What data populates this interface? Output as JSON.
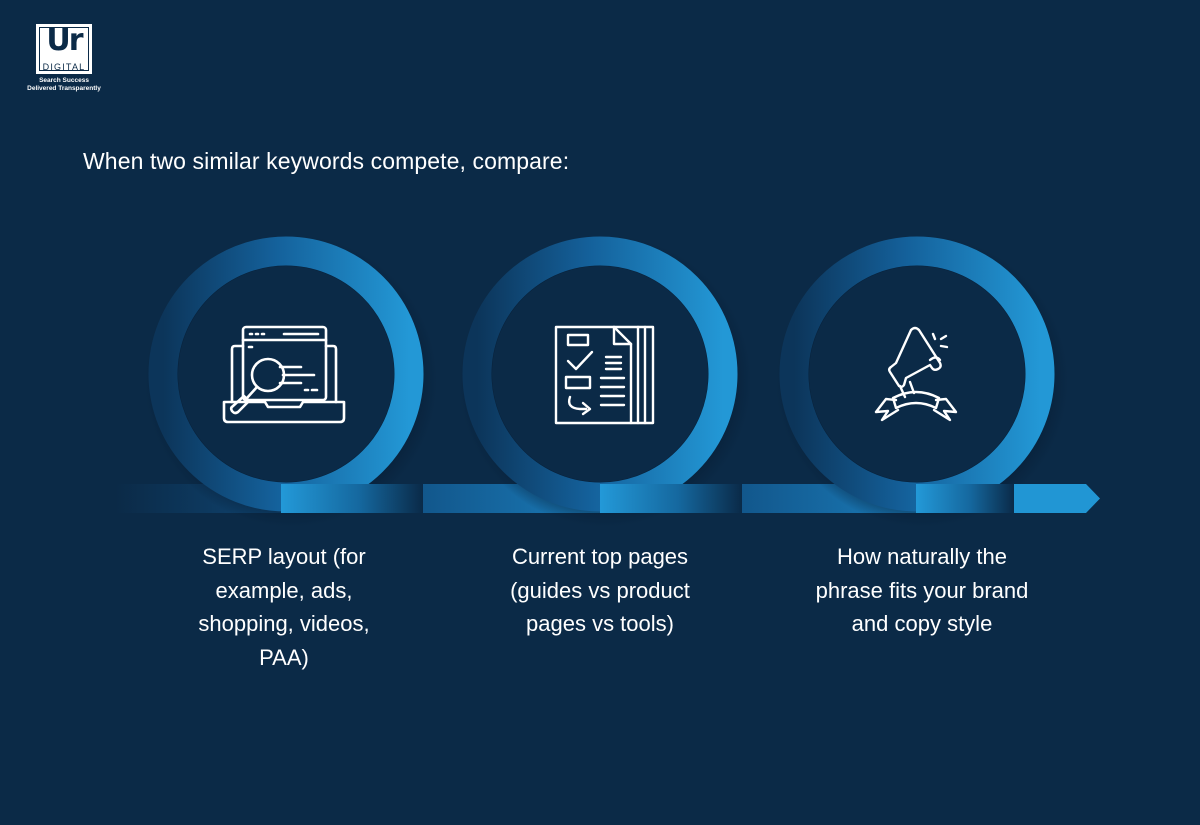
{
  "brand": {
    "logo_mark": "Ur",
    "logo_word": "DIGITAL",
    "tagline_line1": "Search Success",
    "tagline_line2": "Delivered Transparently"
  },
  "headline": "When two similar keywords compete, compare:",
  "colors": {
    "background": "#0b2a47",
    "ring_light": "#2196d4",
    "ring_dark": "#0d3a60",
    "text": "#ffffff"
  },
  "steps": [
    {
      "icon": "laptop-search-icon",
      "text": "SERP layout (for example, ads, shopping, videos, PAA)",
      "lines": [
        "SERP layout (for",
        "example, ads,",
        "shopping, videos,",
        "PAA)"
      ]
    },
    {
      "icon": "checklist-document-icon",
      "text": "Current top pages (guides vs product pages vs tools)",
      "lines": [
        "Current top pages",
        "(guides vs product",
        "pages vs tools)"
      ]
    },
    {
      "icon": "megaphone-ribbon-icon",
      "text": "How naturally the phrase fits your brand and copy style",
      "lines": [
        "How naturally the",
        "phrase fits your brand",
        "and copy style"
      ]
    }
  ]
}
